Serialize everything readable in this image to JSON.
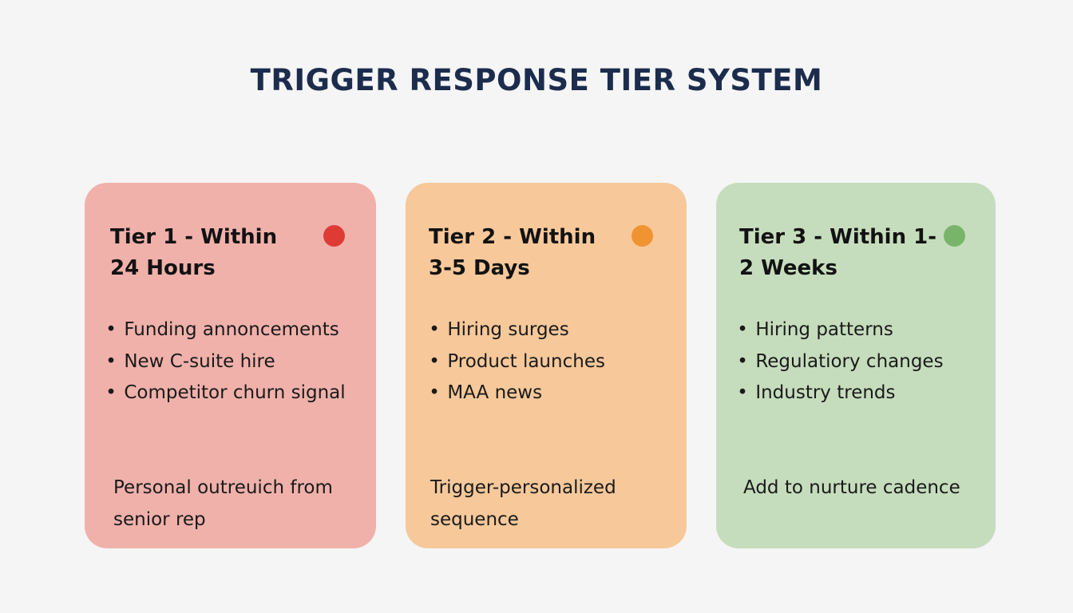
{
  "title": "TRIGGER RESPONSE TIER SYSTEM",
  "tiers": [
    {
      "heading": "Tier 1 - Within 24 Hours",
      "dot_color": "#dd3b34",
      "card_color": "#f0b1ab",
      "items": [
        "Funding annoncements",
        "New C-suite hire",
        "Competitor churn signal"
      ],
      "action": "Personal outreuich from senior rep"
    },
    {
      "heading": "Tier 2 - Within 3-5 Days",
      "dot_color": "#ef9431",
      "card_color": "#f6c89a",
      "items": [
        "Hiring surges",
        "Product launches",
        "MAA news"
      ],
      "action": "Trigger-personalized sequence"
    },
    {
      "heading": "Tier 3 - Within 1-2 Weeks",
      "dot_color": "#79b46b",
      "card_color": "#c6ddbd",
      "items": [
        "Hiring patterns",
        "Regulatiory changes",
        "Industry trends"
      ],
      "action": "Add to nurture cadence"
    }
  ]
}
